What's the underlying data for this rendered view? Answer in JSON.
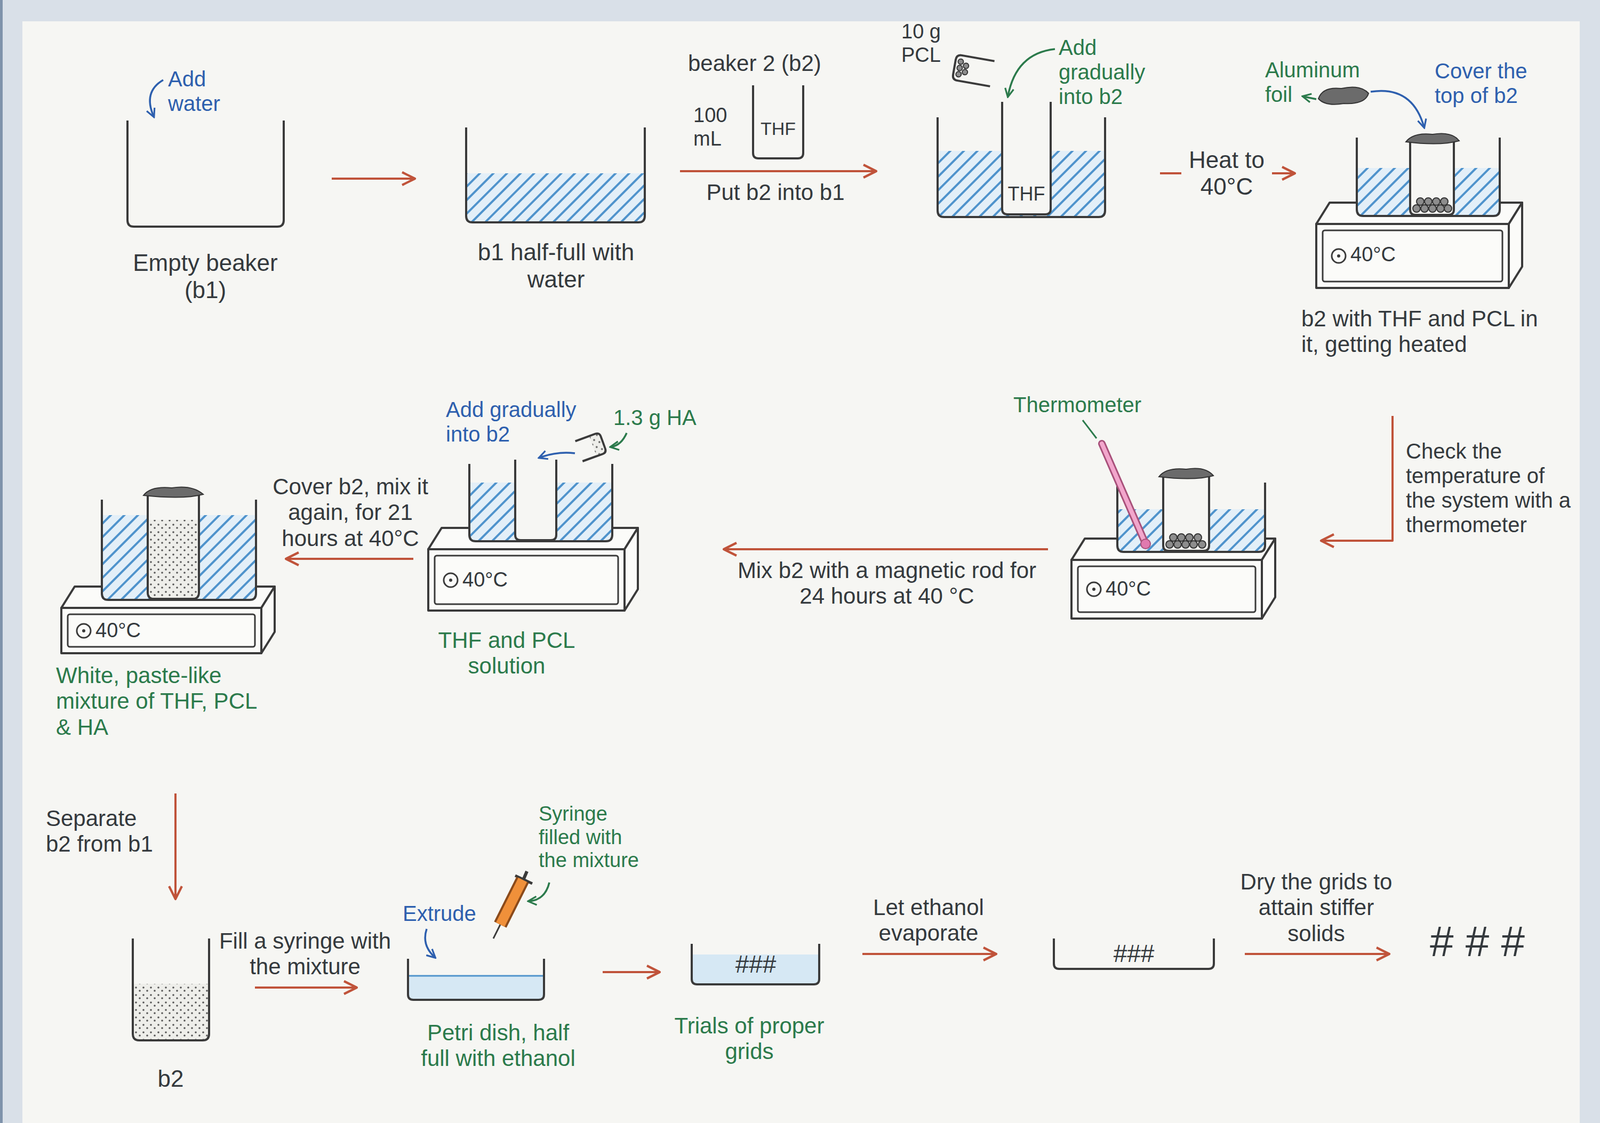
{
  "diagram": {
    "nodes": [
      {
        "text": [
          "Empty beaker (b1)"
        ]
      },
      {
        "text": [
          "b1 half-full with water"
        ]
      },
      {
        "text": [
          "THF"
        ]
      },
      {
        "text": [
          "40°C",
          "b2 with THF and PCL in it, getting heated"
        ]
      },
      {
        "text": [
          "40°C"
        ]
      },
      {
        "text": [
          "40°C",
          "THF and PCL solution"
        ]
      },
      {
        "text": [
          "40°C",
          "White, paste-like mixture of THF, PCL & HA"
        ]
      },
      {
        "text": [
          "b2"
        ]
      },
      {
        "text": [
          "Petri dish, half full with ethanol"
        ]
      },
      {
        "text": [
          "###",
          "Trials of proper grids"
        ]
      },
      {
        "text": [
          "###"
        ]
      },
      {
        "text": [
          "# # #"
        ]
      }
    ],
    "edges": [
      {
        "from": 0,
        "to": 1,
        "arrow": "to"
      },
      {
        "from": 1,
        "to": 2,
        "arrow": "to",
        "label": "Put b2 into b1"
      },
      {
        "from": 2,
        "to": 3,
        "arrow": "to",
        "label": "Heat to 40°C"
      },
      {
        "from": 3,
        "to": 4,
        "arrow": "to",
        "label": "Check the temperature of the system with a thermometer"
      },
      {
        "from": 4,
        "to": 5,
        "arrow": "to",
        "label": "Mix b2 with a magnetic rod for 24 hours at 40 °C"
      },
      {
        "from": 5,
        "to": 6,
        "arrow": "to",
        "label": "Cover b2, mix it again, for 21 hours at 40°C"
      },
      {
        "from": 6,
        "to": 7,
        "arrow": "to",
        "label": "Separate b2 from b1"
      },
      {
        "from": 7,
        "to": 8,
        "arrow": "to",
        "label": "Fill a syringe with the mixture"
      },
      {
        "from": 8,
        "to": 9,
        "arrow": "to"
      },
      {
        "from": 9,
        "to": 10,
        "arrow": "to",
        "label": "Let ethanol evaporate"
      },
      {
        "from": 10,
        "to": 11,
        "arrow": "to",
        "label": "Dry the grids to attain stiffer solids"
      }
    ],
    "labels": [
      "Add water",
      "beaker 2 (b2)",
      "100 mL",
      "THF",
      "10 g PCL",
      "Add gradually into b2",
      "Aluminum foil",
      "Cover the top of b2",
      "Thermometer",
      "Add gradually into b2",
      "1.3 g HA",
      "Extrude",
      "Syringe filled with the mixture"
    ]
  }
}
